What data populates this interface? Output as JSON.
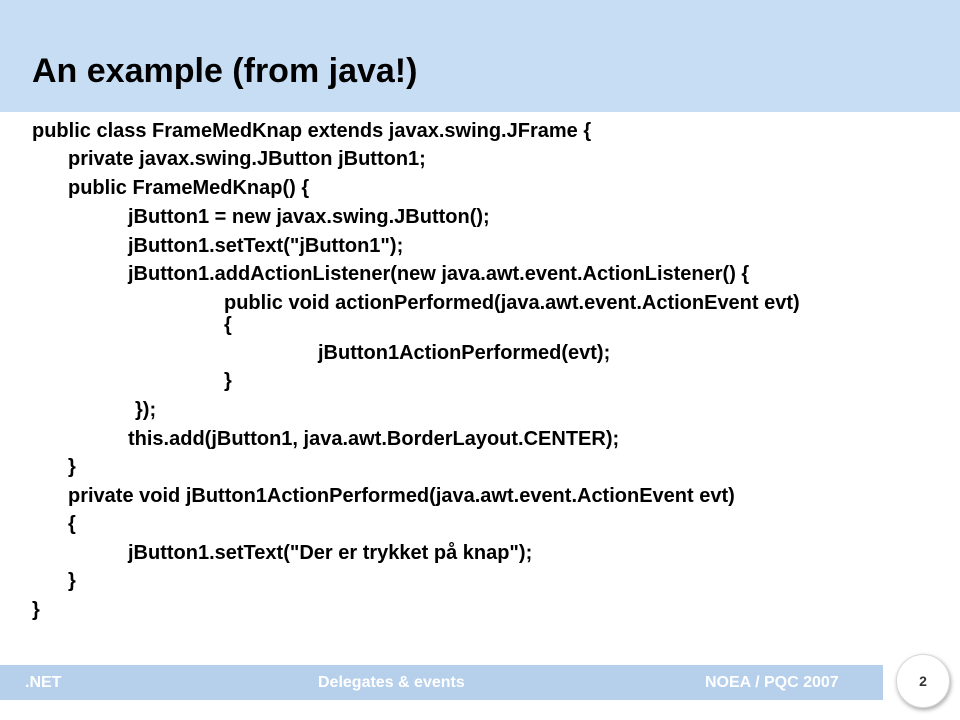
{
  "slide": {
    "title": "An example (from java!)"
  },
  "code": {
    "lines": [
      "public class FrameMedKnap extends javax.swing.JFrame {",
      "private javax.swing.JButton jButton1;",
      "public FrameMedKnap() {",
      "jButton1 = new javax.swing.JButton();",
      "jButton1.setText(\"jButton1\");",
      "jButton1.addActionListener(new java.awt.event.ActionListener() {",
      "public void actionPerformed(java.awt.event.ActionEvent evt)",
      "{",
      "jButton1ActionPerformed(evt);",
      "}",
      "});",
      "this.add(jButton1, java.awt.BorderLayout.CENTER);",
      "}",
      "private void jButton1ActionPerformed(java.awt.event.ActionEvent evt)",
      "{",
      "jButton1.setText(\"Der er trykket på knap\");",
      "}",
      "}"
    ]
  },
  "footer": {
    "left": ".NET",
    "center": "Delegates & events",
    "right": "NOEA / PQC 2007",
    "page_number": "2"
  },
  "colors": {
    "title_band": "#c7ddf3",
    "footer_bar": "#b6d0ec",
    "footer_text": "#ffffff"
  }
}
